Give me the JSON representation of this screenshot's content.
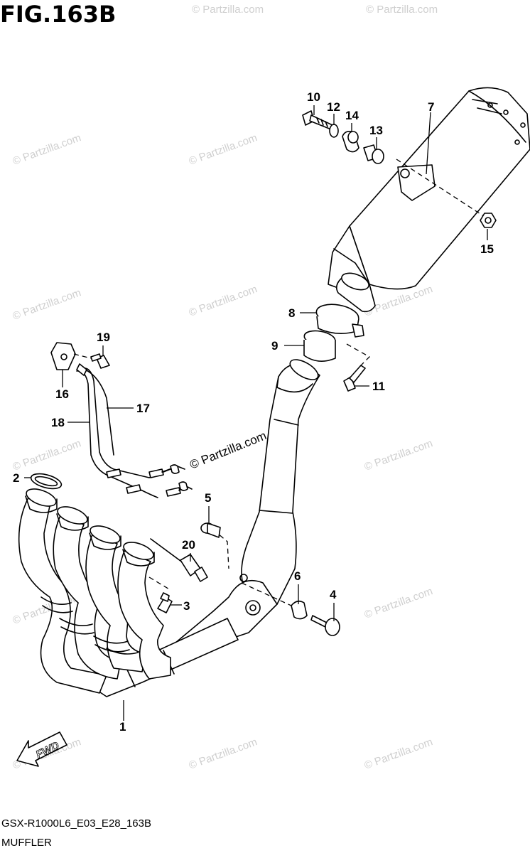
{
  "figure": {
    "title": "FIG.163B",
    "code": "GSX-R1000L6_E03_E28_163B",
    "name": "MUFFLER"
  },
  "watermark": {
    "text": "© Partzilla.com",
    "center_text": "© Partzilla.com"
  },
  "fwd_label": "FWD",
  "callouts": [
    "1",
    "2",
    "3",
    "4",
    "5",
    "6",
    "7",
    "8",
    "9",
    "10",
    "11",
    "12",
    "13",
    "14",
    "15",
    "16",
    "17",
    "18",
    "19",
    "20"
  ]
}
